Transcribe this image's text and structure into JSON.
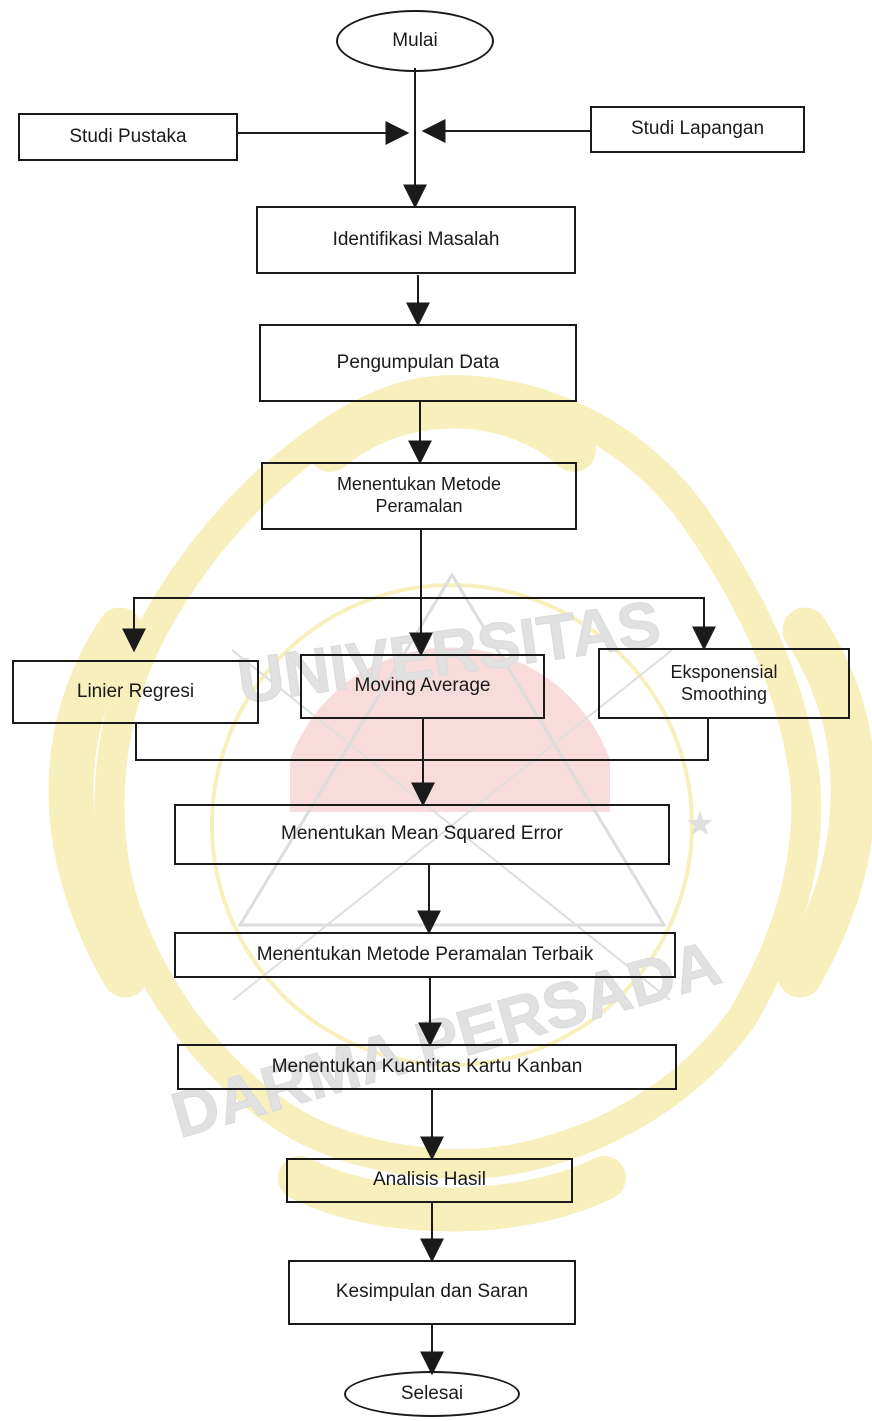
{
  "flowchart": {
    "start": "Mulai",
    "left_input": "Studi Pustaka",
    "right_input": "Studi Lapangan",
    "steps": {
      "identify": "Identifikasi Masalah",
      "collect": "Pengumpulan Data",
      "method": "Menentukan Metode Peramalan"
    },
    "branches": {
      "linear": "Linier Regresi",
      "moving": "Moving Average",
      "exponential": "Eksponensial Smoothing"
    },
    "after": {
      "mse": "Menentukan Mean Squared Error",
      "best": "Menentukan Metode Peramalan Terbaik",
      "kanban": "Menentukan Kuantitas Kartu Kanban",
      "analysis": "Analisis Hasil",
      "conclusion": "Kesimpulan dan Saran"
    },
    "end": "Selesai"
  },
  "watermark": {
    "top_text": "UNIVERSITAS",
    "bottom_text": "DARMA PERSADA",
    "color": "#f6eeb2",
    "red": "#f7d7d7"
  }
}
